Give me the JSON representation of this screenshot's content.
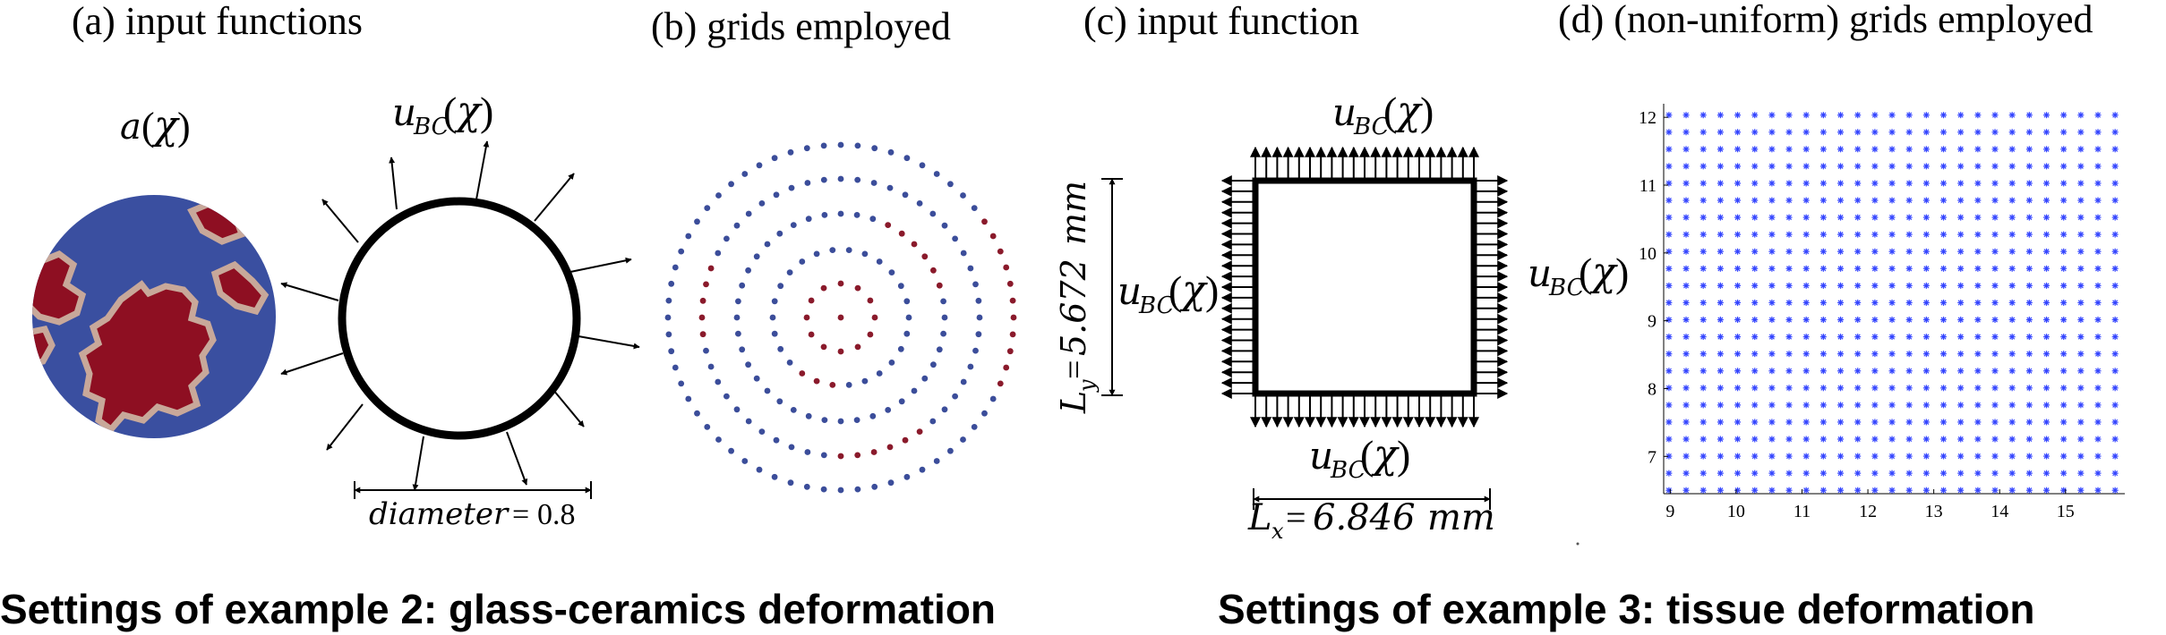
{
  "panels": {
    "a": {
      "title": "(a) input functions",
      "field_label": "a(x)",
      "bc_label": "u_BC(x)",
      "diameter_label": "diameter = 0.8"
    },
    "b": {
      "title": "(b) grids employed"
    },
    "c": {
      "title": "(c) input function",
      "bc_label": "u_BC(x)",
      "height_label": "L_y = 5.672 mm",
      "width_label": "L_x = 6.846 mm"
    },
    "d": {
      "title": "(d) (non-uniform) grids employed",
      "x_ticks": [
        "9",
        "10",
        "11",
        "12",
        "13",
        "14",
        "15"
      ],
      "y_ticks": [
        "7",
        "8",
        "9",
        "10",
        "11",
        "12"
      ]
    }
  },
  "captions": {
    "example2": "Settings of example 2: glass-ceramics deformation",
    "example3": "Settings of example 3: tissue deformation"
  },
  "colors": {
    "field_blue": "#3a4fa0",
    "field_red": "#8e0f22",
    "grid_blue": "#3b4d9a",
    "grid_red": "#8a1a2b",
    "scatter_blue": "#3344ff",
    "ink": "#000000"
  },
  "chart_data": {
    "type": "scatter",
    "x_range": [
      8.9,
      15.9
    ],
    "y_range": [
      6.45,
      12.2
    ],
    "note_points": "regular grid of points"
  }
}
